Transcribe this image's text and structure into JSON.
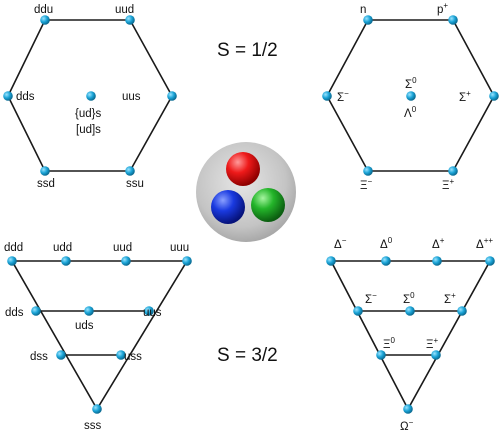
{
  "spin_half_label": "S = 1/2",
  "spin_three_half_label": "S = 3/2",
  "quark_octet": {
    "top_left": "ddu",
    "top_right": "uud",
    "mid_left": "dds",
    "mid_right": "uus",
    "center_1": "{ud}s",
    "center_2": "[ud]s",
    "bottom_left": "ssd",
    "bottom_right": "ssu"
  },
  "baryon_octet": {
    "top_left": "n",
    "top_right_base": "p",
    "top_right_sup": "+",
    "mid_left_base": "Σ",
    "mid_left_sup": "−",
    "mid_right_base": "Σ",
    "mid_right_sup": "+",
    "center_1_base": "Σ",
    "center_1_sup": "0",
    "center_2_base": "Λ",
    "center_2_sup": "0",
    "bottom_left_base": "Ξ",
    "bottom_left_sup": "−",
    "bottom_right_base": "Ξ",
    "bottom_right_sup": "+"
  },
  "quark_decuplet": {
    "row1": [
      "ddd",
      "udd",
      "uud",
      "uuu"
    ],
    "row2": [
      "dds",
      "uds",
      "uus"
    ],
    "row3": [
      "dss",
      "uss"
    ],
    "row4": [
      "sss"
    ]
  },
  "baryon_decuplet": {
    "delta_minus_base": "Δ",
    "delta_minus_sup": "−",
    "delta_zero_base": "Δ",
    "delta_zero_sup": "0",
    "delta_plus_base": "Δ",
    "delta_plus_sup": "+",
    "delta_pp_base": "Δ",
    "delta_pp_sup": "++",
    "sigma_minus_base": "Σ",
    "sigma_minus_sup": "−",
    "sigma_zero_base": "Σ",
    "sigma_zero_sup": "0",
    "sigma_plus_base": "Σ",
    "sigma_plus_sup": "+",
    "xi_zero_base": "Ξ",
    "xi_zero_sup": "0",
    "xi_plus_base": "Ξ",
    "xi_plus_sup": "+",
    "omega_base": "Ω",
    "omega_sup": "−"
  },
  "colors": {
    "node": "#1aa3d6",
    "quark_red": "#e8141b",
    "quark_blue": "#1733d6",
    "quark_green": "#22b02a",
    "hadron_bag": "#bdbdbd"
  }
}
